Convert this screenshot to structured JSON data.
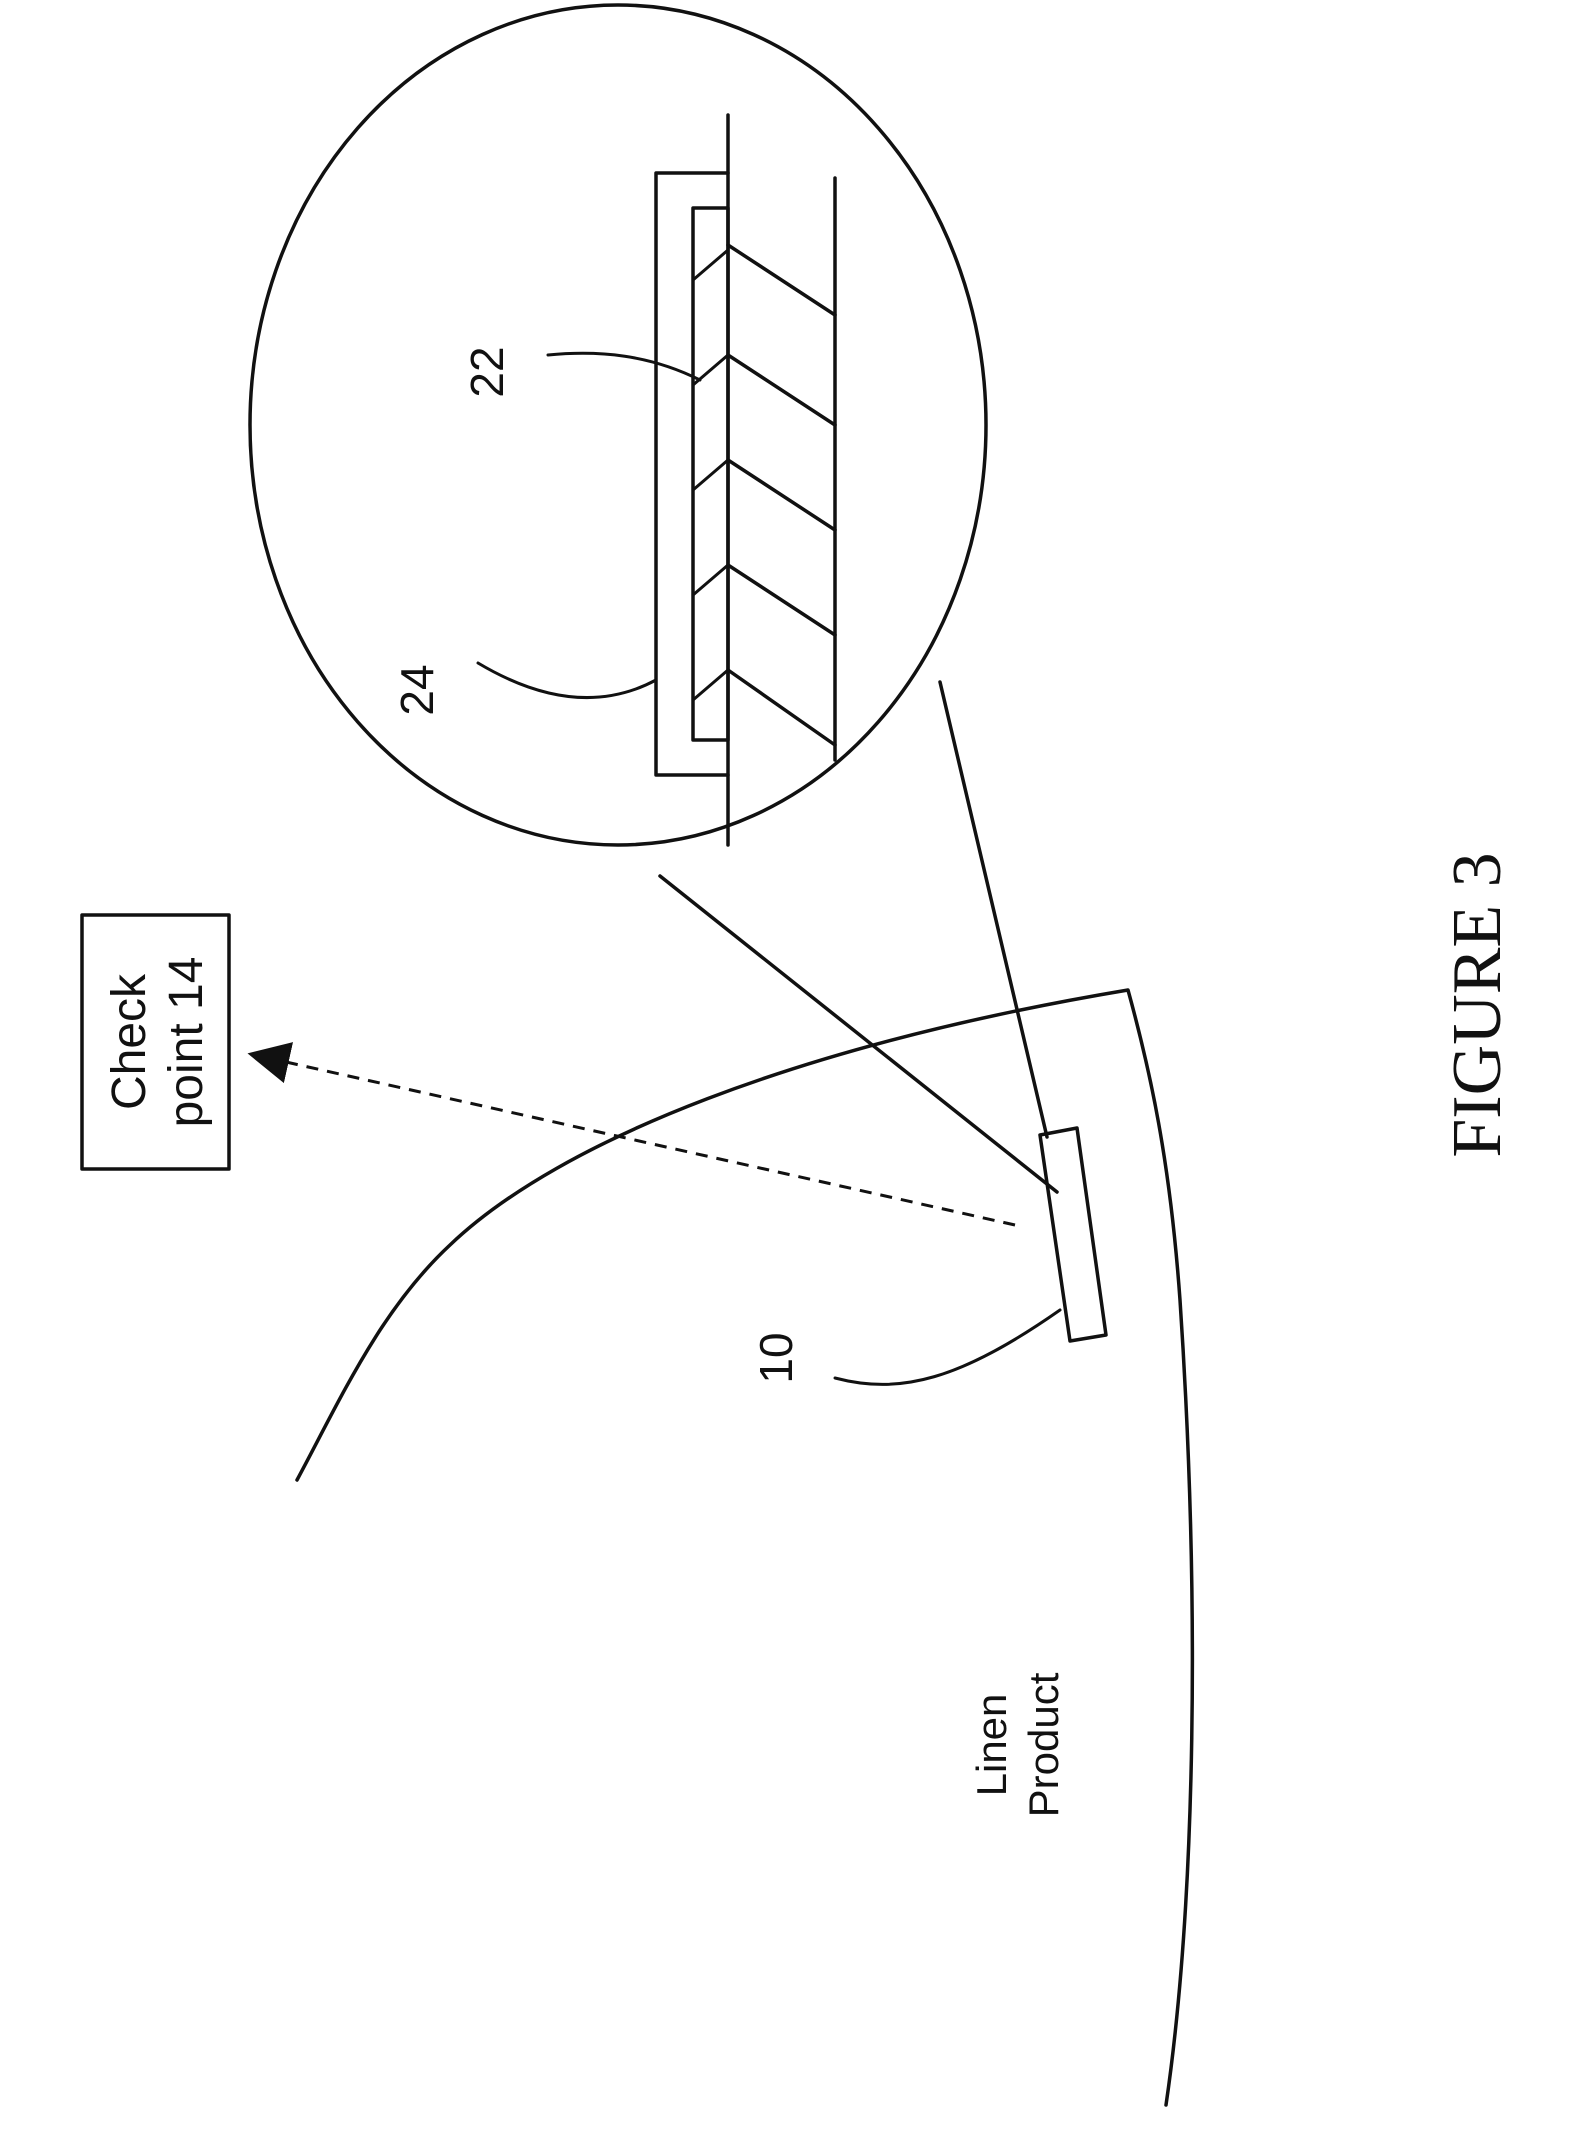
{
  "figure": {
    "caption": "FIGURE 3",
    "checkpoint_box": {
      "line1": "Check",
      "line2": "point 14"
    },
    "product_label": {
      "line1": "Linen",
      "line2": "Product"
    },
    "ref_tag": "10",
    "ref_inner_layer": "22",
    "ref_outer_layer": "24"
  }
}
